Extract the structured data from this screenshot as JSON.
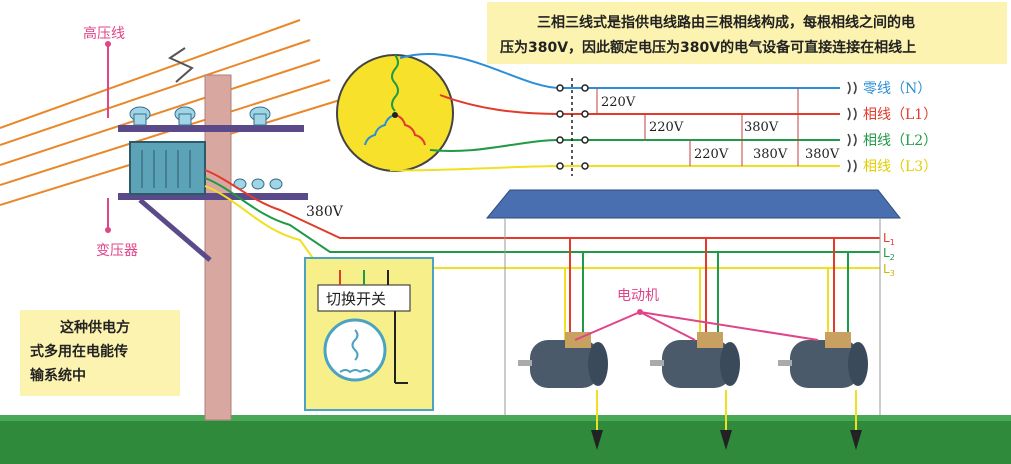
{
  "caption": {
    "line1": "三相三线式是指供电线路由三根相线构成，每根相线之间的电",
    "line2": "压为380V，因此额定电压为380V的电气设备可直接连接在相线上"
  },
  "side_note": {
    "line1": "这种供电方",
    "line2": "式多用在电能传",
    "line3": "输系统中"
  },
  "labels": {
    "high_voltage_line": "高压线",
    "transformer": "变压器",
    "pole_voltage": "380V",
    "switch": "切换开关",
    "motor": "电动机"
  },
  "lines": [
    {
      "label": "零线（N）",
      "color": "#2a8fd6"
    },
    {
      "label": "相线（L1）",
      "color": "#e23a2b"
    },
    {
      "label": "相线（L2）",
      "color": "#1f9a46"
    },
    {
      "label": "相线（L3）",
      "color": "#f0e020"
    }
  ],
  "voltage_marks": {
    "v220_a": "220V",
    "v220_b": "220V",
    "v380_a": "380V",
    "v220_c": "220V",
    "v380_b": "380V",
    "v380_c": "380V"
  },
  "building_bus": {
    "l1": "L",
    "l1_sub": "1",
    "l2": "L",
    "l2_sub": "2",
    "l3": "L",
    "l3_sub": "3"
  },
  "colors": {
    "ground": "#2f8a3c",
    "roof": "#4a6fb0",
    "note_bg": "#fdf3b0",
    "pole": "#d8a7a0",
    "generator": "#f7e12a"
  }
}
